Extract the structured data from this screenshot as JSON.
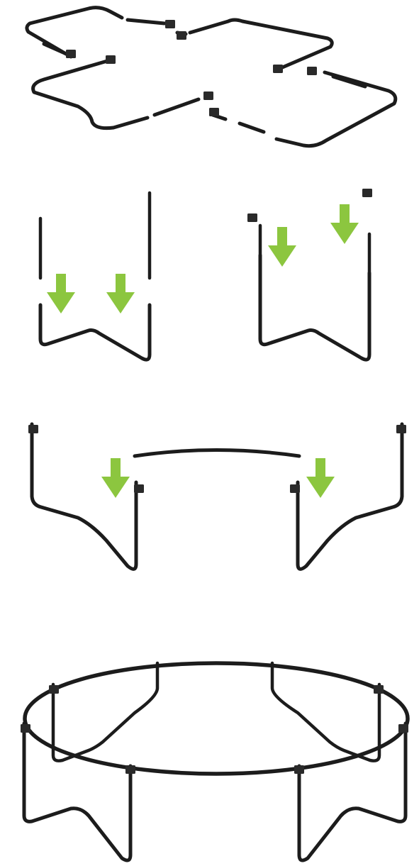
{
  "colors": {
    "tube": "#1c1c1c",
    "tube_highlight": "#6a6a6a",
    "connector": "#2a2a2a",
    "arrow": "#8cc63f",
    "background": "#ffffff"
  },
  "steps": [
    {
      "step": 1,
      "description": "frame-parts-laid-out"
    },
    {
      "step": 2,
      "description": "insert-uprights-into-u-legs"
    },
    {
      "step": 3,
      "description": "connect-top-rail-segment"
    },
    {
      "step": 4,
      "description": "assembled-circular-frame"
    }
  ],
  "icons": {
    "arrow": "down-arrow-icon"
  }
}
